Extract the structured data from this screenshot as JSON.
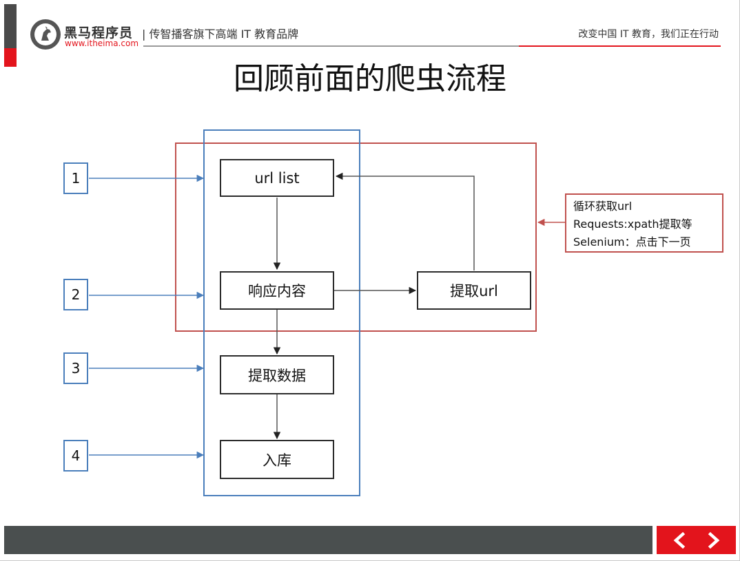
{
  "header": {
    "brand_name": "黑马程序员",
    "brand_url": "www.itheima.com",
    "tagline": "| 传智播客旗下高端 IT 教育品牌",
    "slogan": "改变中国 IT 教育，我们正在行动"
  },
  "title": "回顾前面的爬虫流程",
  "flow": {
    "url_list": "url list",
    "response": "响应内容",
    "extract_url": "提取url",
    "extract_data": "提取数据",
    "store": "入库"
  },
  "steps": [
    "1",
    "2",
    "3",
    "4"
  ],
  "note": {
    "line1": "循环获取url",
    "line2": "Requests:xpath提取等",
    "line3": "Selenium：点击下一页"
  },
  "footer": {
    "prev_icon": "chevron-left-icon",
    "next_icon": "chevron-right-icon"
  },
  "colors": {
    "brand_red": "#e3141c",
    "frame_blue": "#4a7ebb",
    "frame_red": "#c0504d",
    "footer_gray": "#4a4f4f"
  }
}
